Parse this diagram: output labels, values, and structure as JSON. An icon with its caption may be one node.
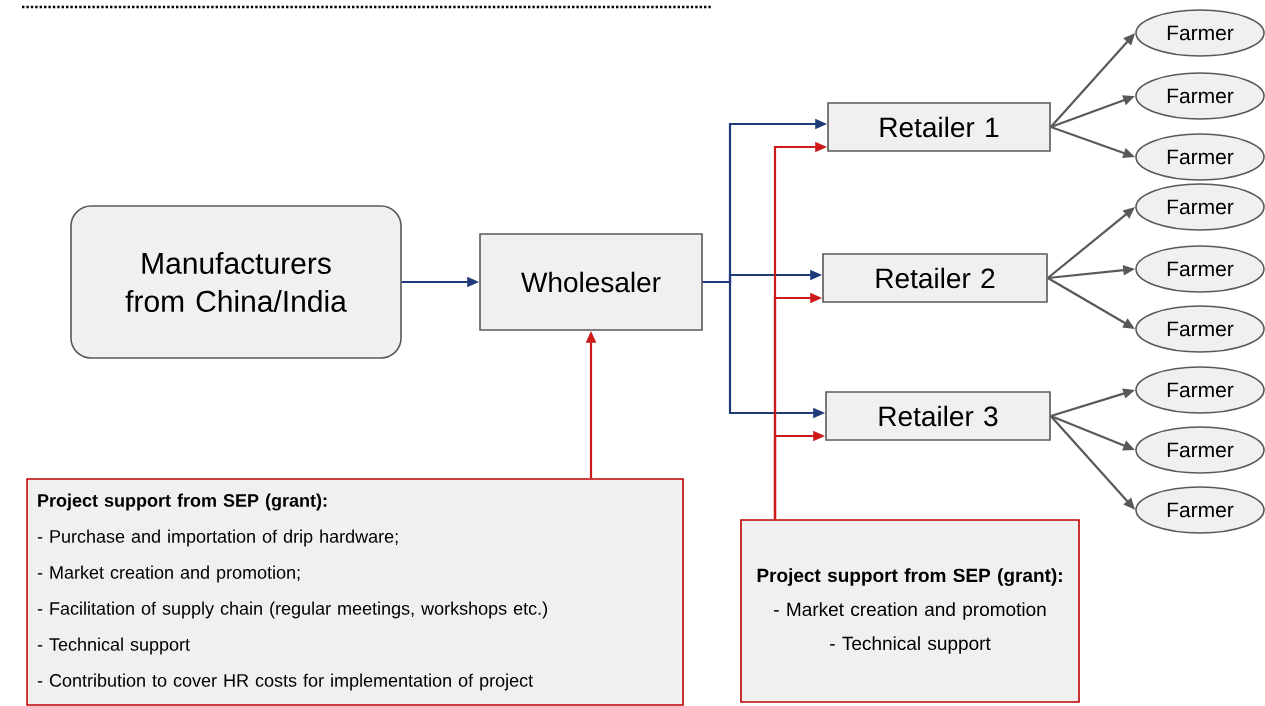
{
  "diagram": {
    "nodes": [
      {
        "text": [
          "Manufacturers from China/India"
        ]
      },
      {
        "text": [
          "Wholesaler"
        ]
      },
      {
        "text": [
          "Retailer 1"
        ]
      },
      {
        "text": [
          "Retailer 2"
        ]
      },
      {
        "text": [
          "Retailer 3"
        ]
      },
      {
        "text": [
          "Farmer"
        ]
      },
      {
        "text": [
          "Farmer"
        ]
      },
      {
        "text": [
          "Farmer"
        ]
      },
      {
        "text": [
          "Farmer"
        ]
      },
      {
        "text": [
          "Farmer"
        ]
      },
      {
        "text": [
          "Farmer"
        ]
      },
      {
        "text": [
          "Farmer"
        ]
      },
      {
        "text": [
          "Farmer"
        ]
      },
      {
        "text": [
          "Farmer"
        ]
      },
      {
        "text": [
          "Project support from SEP (grant):",
          "- Purchase and importation of drip hardware;",
          "- Market creation and promotion;",
          "- Facilitation of supply chain (regular meetings, workshops etc.)",
          "- Technical support",
          "- Contribution to cover HR costs for implementation of project"
        ]
      },
      {
        "text": [
          "Project support from SEP (grant):",
          "- Market creation and promotion",
          "- Technical support"
        ]
      }
    ],
    "edges": [
      {
        "from": 0,
        "to": 1,
        "arrow": "to",
        "color": "#1f3a78"
      },
      {
        "from": 1,
        "to": 2,
        "arrow": "to",
        "color": "#1f3a78"
      },
      {
        "from": 1,
        "to": 3,
        "arrow": "to",
        "color": "#1f3a78"
      },
      {
        "from": 1,
        "to": 4,
        "arrow": "to",
        "color": "#1f3a78"
      },
      {
        "from": 14,
        "to": 1,
        "arrow": "to",
        "color": "#cc1a1a"
      },
      {
        "from": 15,
        "to": 2,
        "arrow": "to",
        "color": "#cc1a1a"
      },
      {
        "from": 15,
        "to": 3,
        "arrow": "to",
        "color": "#cc1a1a"
      },
      {
        "from": 15,
        "to": 4,
        "arrow": "to",
        "color": "#cc1a1a"
      },
      {
        "from": 2,
        "to": 5,
        "arrow": "to"
      },
      {
        "from": 2,
        "to": 6,
        "arrow": "to"
      },
      {
        "from": 2,
        "to": 7,
        "arrow": "to"
      },
      {
        "from": 3,
        "to": 8,
        "arrow": "to"
      },
      {
        "from": 3,
        "to": 9,
        "arrow": "to"
      },
      {
        "from": 3,
        "to": 10,
        "arrow": "to"
      },
      {
        "from": 4,
        "to": 11,
        "arrow": "to"
      },
      {
        "from": 4,
        "to": 12,
        "arrow": "to"
      },
      {
        "from": 4,
        "to": 13,
        "arrow": "to"
      }
    ]
  }
}
